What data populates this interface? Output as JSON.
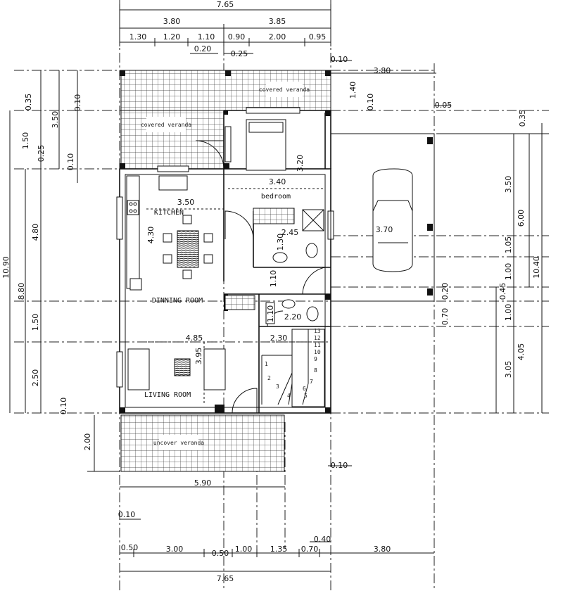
{
  "rooms": {
    "covered_veranda_top": "covered veranda",
    "covered_veranda_left": "covered veranda",
    "bedroom": "bedroom",
    "kitchen": "KITCHEN",
    "dinning_room": "DINNING ROOM",
    "living_room": "LIVING ROOM",
    "uncovered_veranda": "uncover veranda"
  },
  "dims": {
    "top_total": "7.65",
    "top_a": "3.80",
    "top_b": "3.85",
    "top_row": [
      "1.30",
      "1.20",
      "1.10",
      "0.90",
      "2.00",
      "0.95"
    ],
    "top_020": "0.20",
    "top_025": "0.25",
    "top_010_r": "0.10",
    "carport_w": "3.80",
    "d_140": "1.40",
    "d_010_c": "0.10",
    "d_005": "0.05",
    "left_035": "0.35",
    "left_010_a": "0.10",
    "left_350": "3.50",
    "left_150": "1.50",
    "left_025": "0.25",
    "left_010_b": "0.10",
    "left_1090": "10.90",
    "left_480": "4.80",
    "left_880": "8.80",
    "left_150b": "1.50",
    "left_250": "2.50",
    "left_010_c": "0.10",
    "left_200": "2.00",
    "bed_320": "3.20",
    "bed_340": "3.40",
    "kit_350": "3.50",
    "kit_430": "4.30",
    "bath_245": "2.45",
    "bath_130": "1.30",
    "car_370": "3.70",
    "hall_110": "1.10",
    "wc_110": "1.10",
    "wc_220": "2.20",
    "liv_485": "4.85",
    "liv_395": "3.95",
    "stair_230": "2.30",
    "right_035": "0.35",
    "right_350": "3.50",
    "right_600": "6.00",
    "right_105": "1.05",
    "right_100": "1.00",
    "right_1040": "10.40",
    "right_020": "0.20",
    "right_045": "0.45",
    "right_100b": "1.00",
    "right_070": "0.70",
    "right_405": "4.05",
    "right_305": "3.05",
    "front_010": "0.10",
    "ver_590": "5.90",
    "bot_010": "0.10",
    "bot_040": "0.40",
    "bot_row": [
      "0.50",
      "3.00",
      "0.50",
      "1.00",
      "1.35",
      "0.70"
    ],
    "bot_380": "3.80",
    "bot_total": "7.65"
  },
  "stair_numbers": [
    "13",
    "12",
    "11",
    "10",
    "9",
    "8",
    "7",
    "6",
    "5",
    "4",
    "3",
    "2",
    "1"
  ]
}
